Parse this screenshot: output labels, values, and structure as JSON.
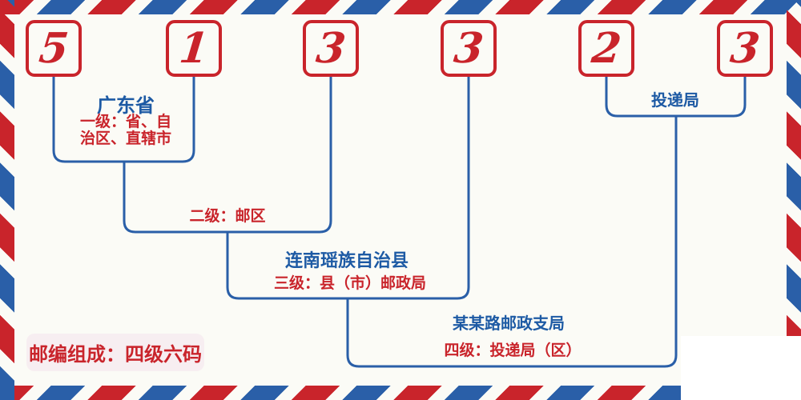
{
  "colors": {
    "red": "#c9242b",
    "blue": "#2a5fa8",
    "blue_text": "#1d5aa4",
    "background": "#fbfbf6",
    "badge_background": "#f7eef1"
  },
  "postal_code": {
    "digits": [
      "5",
      "1",
      "3",
      "3",
      "2",
      "3"
    ]
  },
  "levels": [
    {
      "place": "广东省",
      "desc_line1": "一级：省、自",
      "desc_line2": "治区、直辖市"
    },
    {
      "desc": "二级：邮区"
    },
    {
      "place": "连南瑶族自治县",
      "desc": "三级：县（市）邮政局"
    },
    {
      "place": "某某路邮政支局",
      "desc": "四级：投递局（区）"
    }
  ],
  "delivery_office_label": "投递局",
  "badge": "邮编组成：四级六码"
}
